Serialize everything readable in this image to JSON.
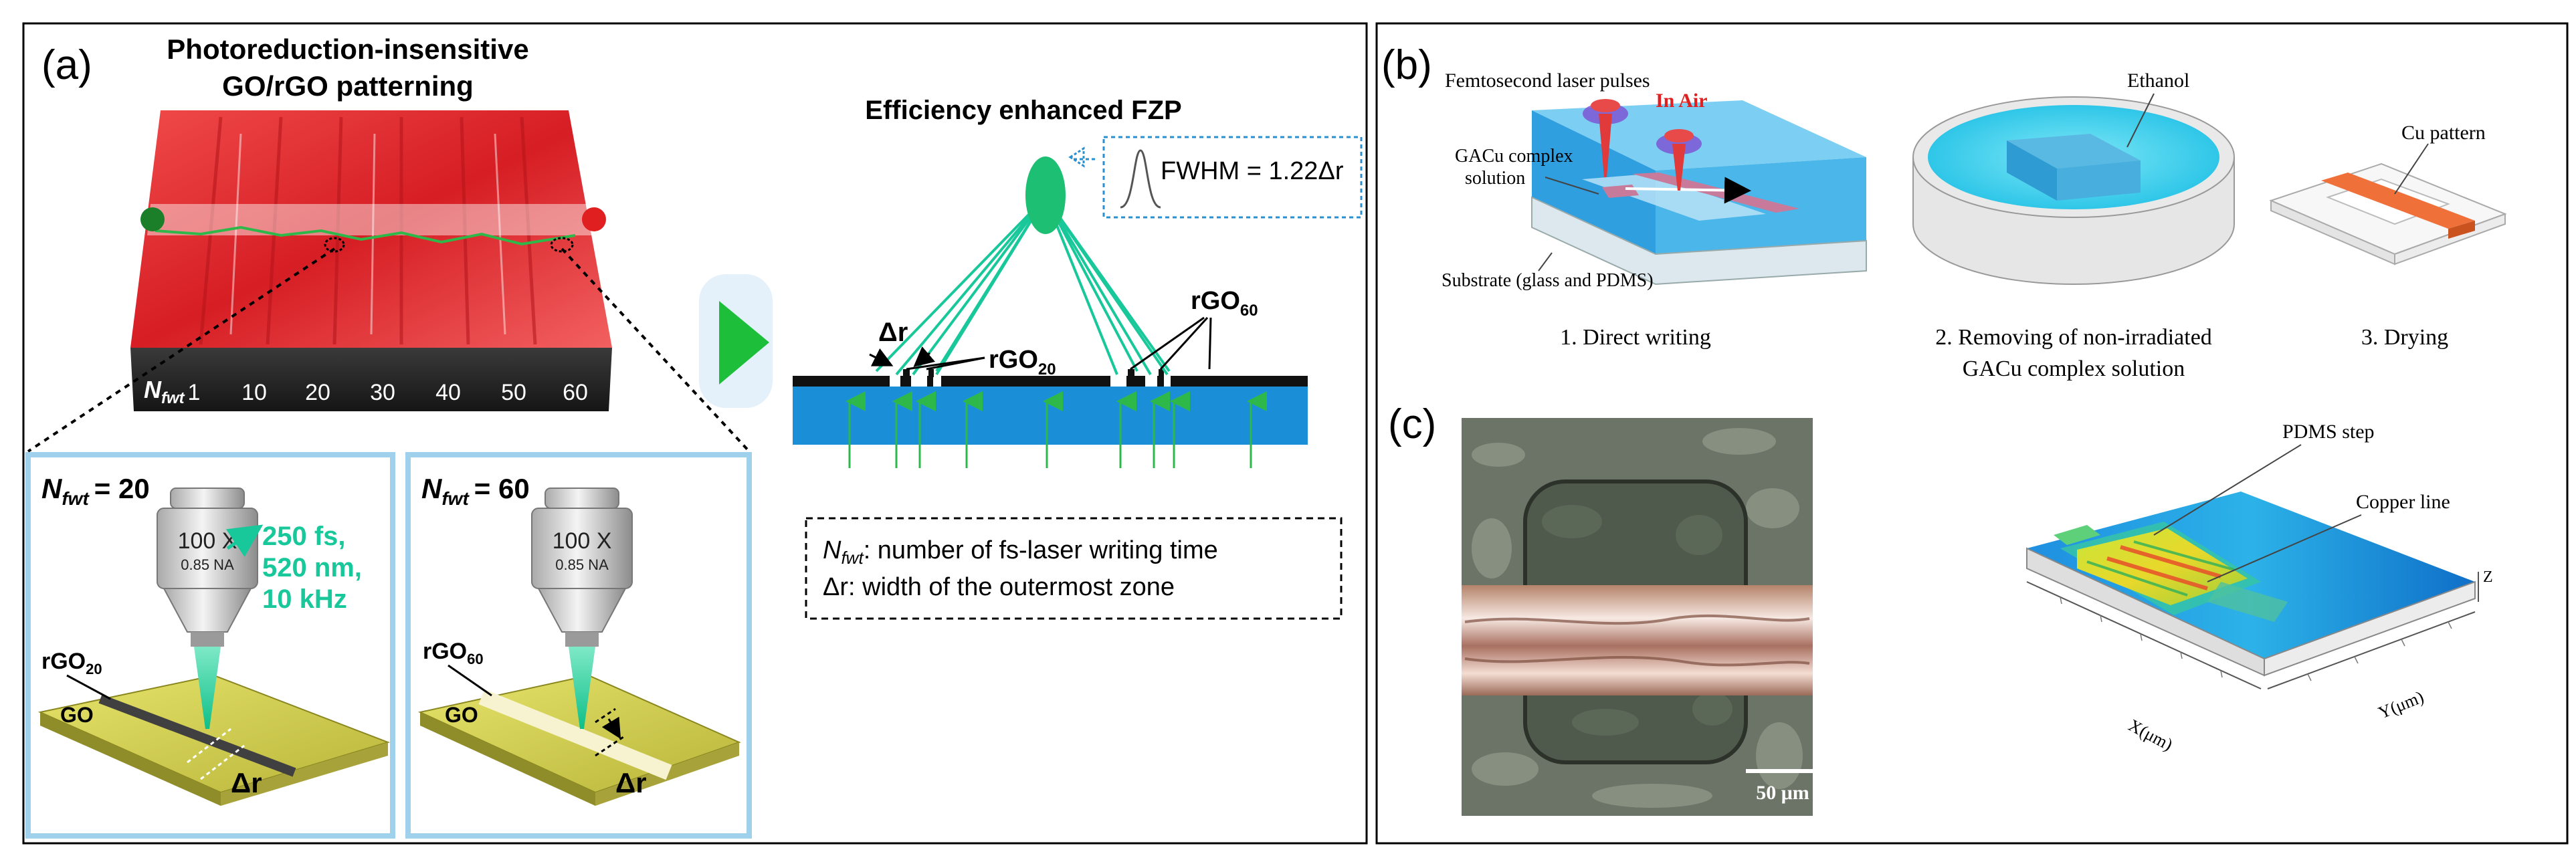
{
  "panel_a": {
    "label": "(a)",
    "title_line1": "Photoreduction-insensitive",
    "title_line2": "GO/rGO patterning",
    "nfwt_prefix": "N",
    "nfwt_sub": "fwt",
    "nfwt_ticks": [
      "1",
      "10",
      "20",
      "30",
      "40",
      "50",
      "60"
    ],
    "inset_left": {
      "n_label": "N",
      "n_sub": "fwt",
      "n_value": "= 20",
      "objective_mag": "100 X",
      "objective_na": "0.85 NA",
      "laser_params": [
        "250 fs,",
        "520 nm,",
        "10 kHz"
      ],
      "rgo_label": "rGO",
      "rgo_sub": "20",
      "go_label": "GO",
      "dr_label": "Δr"
    },
    "inset_right": {
      "n_label": "N",
      "n_sub": "fwt",
      "n_value": "= 60",
      "objective_mag": "100 X",
      "objective_na": "0.85 NA",
      "rgo_label": "rGO",
      "rgo_sub": "60",
      "go_label": "GO",
      "dr_label": "Δr"
    },
    "fzp_title": "Efficiency enhanced FZP",
    "fwhm_label": "FWHM = 1.22Δr",
    "dr_label": "Δr",
    "rgo20_label": "rGO",
    "rgo20_sub": "20",
    "rgo60_label": "rGO",
    "rgo60_sub": "60",
    "legend_line1_prefix": "N",
    "legend_line1_sub": "fwt",
    "legend_line1_text": ": number of fs-laser writing time",
    "legend_line2": "Δr: width of the outermost zone",
    "colors": {
      "surface_red": "#e8232a",
      "green_beam": "#19c89a",
      "focus_green": "#1dbf73",
      "arrow_green": "#2fb84a",
      "substrate_blue": "#1a8fd8",
      "inset_border": "#9fd1ec",
      "slab": "#c8c44a"
    }
  },
  "panel_b": {
    "label": "(b)",
    "laser_label": "Femtosecond laser pulses",
    "in_air": "In Air",
    "solution_line1": "GACu complex",
    "solution_line2": "solution",
    "substrate_label": "Substrate (glass and PDMS)",
    "ethanol_label": "Ethanol",
    "cu_label": "Cu pattern",
    "step1": "1. Direct writing",
    "step2_line1": "2. Removing of non-irradiated",
    "step2_line2": "GACu complex solution",
    "step3": "3. Drying"
  },
  "panel_c": {
    "label": "(c)",
    "scale_bar": "50 μm",
    "pdms_label": "PDMS step",
    "copper_label": "Copper line",
    "x_axis": "X(μm)",
    "y_axis": "Y(μm)",
    "z_axis": "Z"
  }
}
